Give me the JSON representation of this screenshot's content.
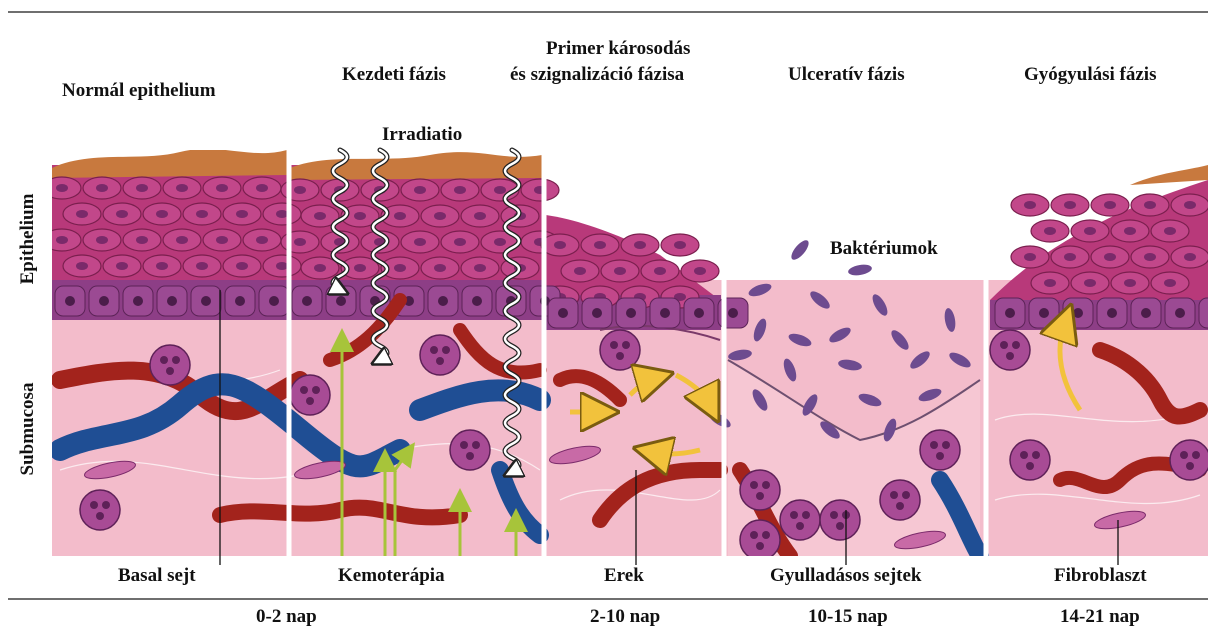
{
  "phases": [
    {
      "id": "normal",
      "title": "Normál epithelium",
      "label": "Basal sejt"
    },
    {
      "id": "initial",
      "title": "Kezdeti fázis",
      "label": "Kemoterápia"
    },
    {
      "id": "primary",
      "title": "Primer károsodás és szignalizáció fázisa",
      "title_line1": "Primer károsodás",
      "title_line2": "és szignalizáció fázisa",
      "label": "Erek"
    },
    {
      "id": "ulcer",
      "title": "Ulceratív fázis",
      "label": "Gyulladásos sejtek"
    },
    {
      "id": "healing",
      "title": "Gyógyulási fázis",
      "label": "Fibroblaszt"
    }
  ],
  "annotations": {
    "irradiation": "Irradiatio",
    "bacteria": "Baktériumok"
  },
  "layers": {
    "epithelium": "Epithelium",
    "submucosa": "Submucosa"
  },
  "timeline": [
    "0-2 nap",
    "2-10 nap",
    "10-15 nap",
    "14-21 nap"
  ],
  "colors": {
    "epithelium": "#b5376f",
    "basal": "#8e3c84",
    "submucosa": "#f2b8c6",
    "vessel_red": "#a3231c",
    "vessel_blue": "#1f4e94",
    "surface": "#c9733a",
    "bacteria": "#6d4b8f",
    "arrow_green": "#a7c43a",
    "arrow_yellow": "#f2c23c"
  }
}
